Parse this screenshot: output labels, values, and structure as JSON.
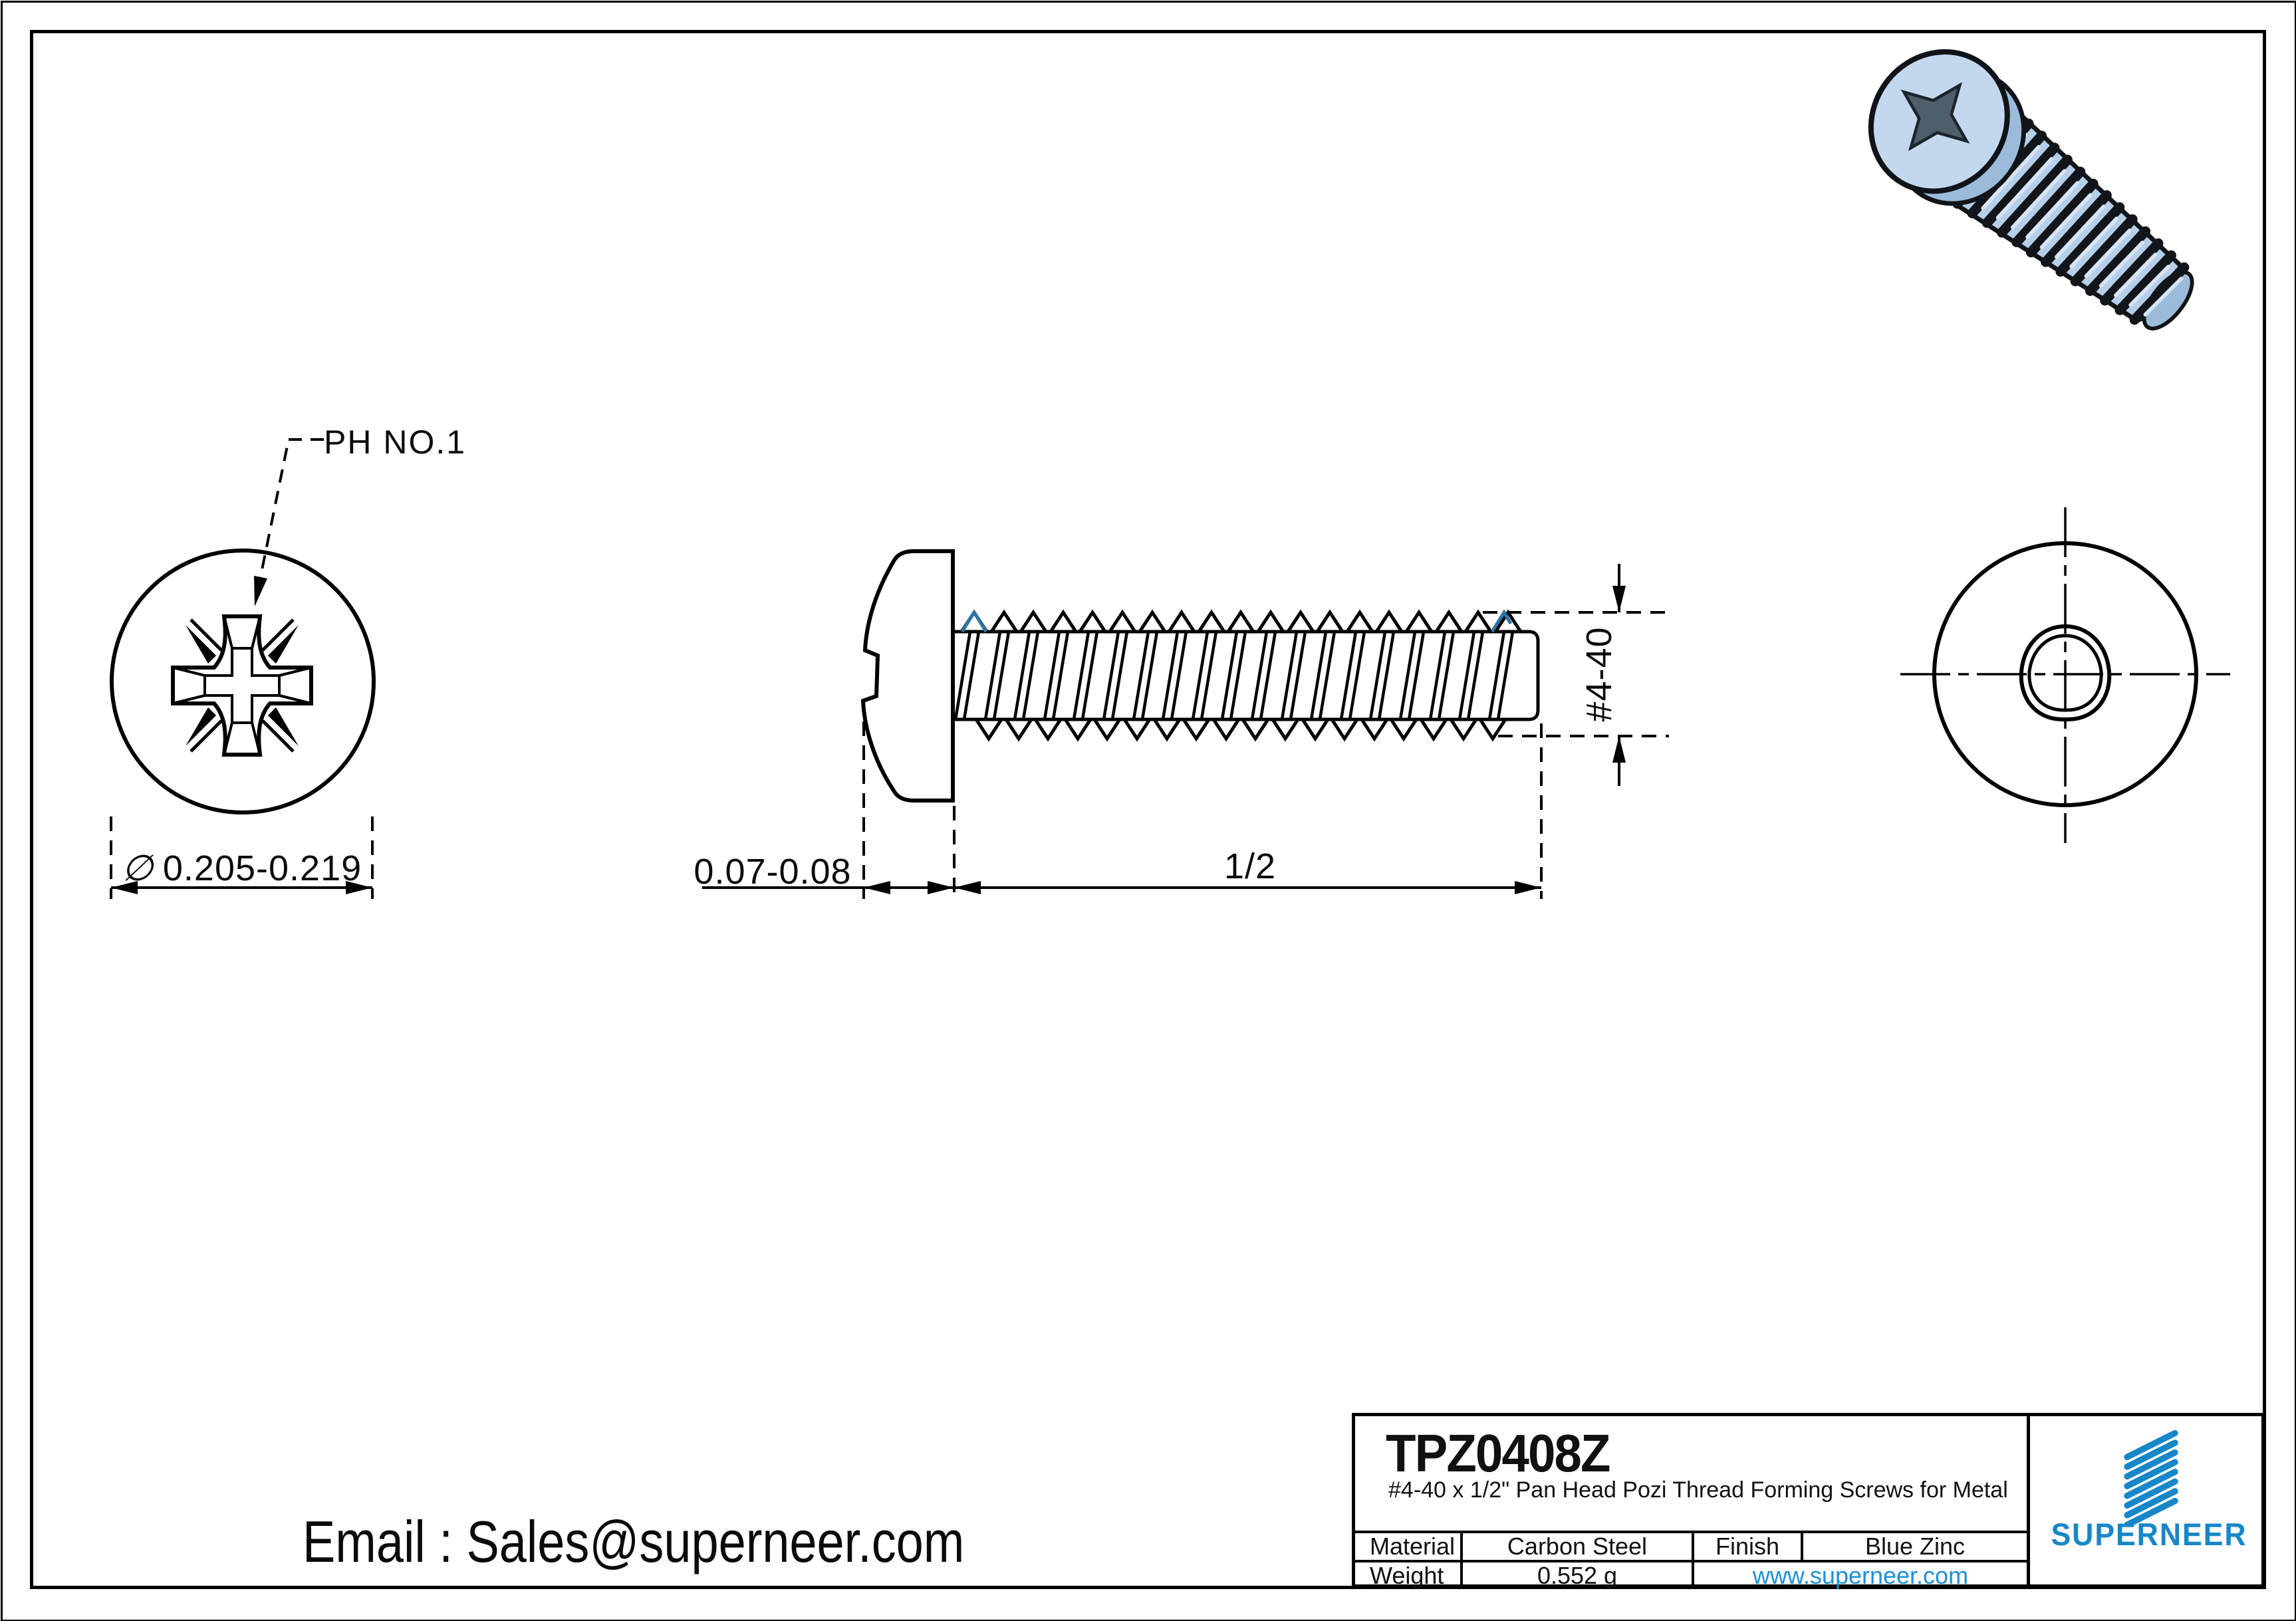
{
  "drawing": {
    "labels": {
      "drive_callout": "PH NO.1",
      "dia_symbol": "∅",
      "head_diameter": "0.205-0.219",
      "head_height": "0.07-0.08",
      "thread_length": "1/2",
      "thread_size": "#4-40"
    },
    "colors": {
      "line": "#000000",
      "thread_highlight": "#2e75a3"
    }
  },
  "footer": {
    "email": "Email : Sales@superneer.com"
  },
  "title_block": {
    "part_number": "TPZ0408Z",
    "description": "#4-40 x 1/2\" Pan Head Pozi Thread Forming Screws for Metal",
    "material_label": "Material",
    "material_value": "Carbon Steel",
    "finish_label": "Finish",
    "finish_value": "Blue Zinc",
    "weight_label": "Weight",
    "weight_value": "0.552 g",
    "website": "www.superneer.com",
    "brand": "SUPERNEER",
    "brand_color": "#1787c7",
    "link_color": "#1e8fd5"
  }
}
